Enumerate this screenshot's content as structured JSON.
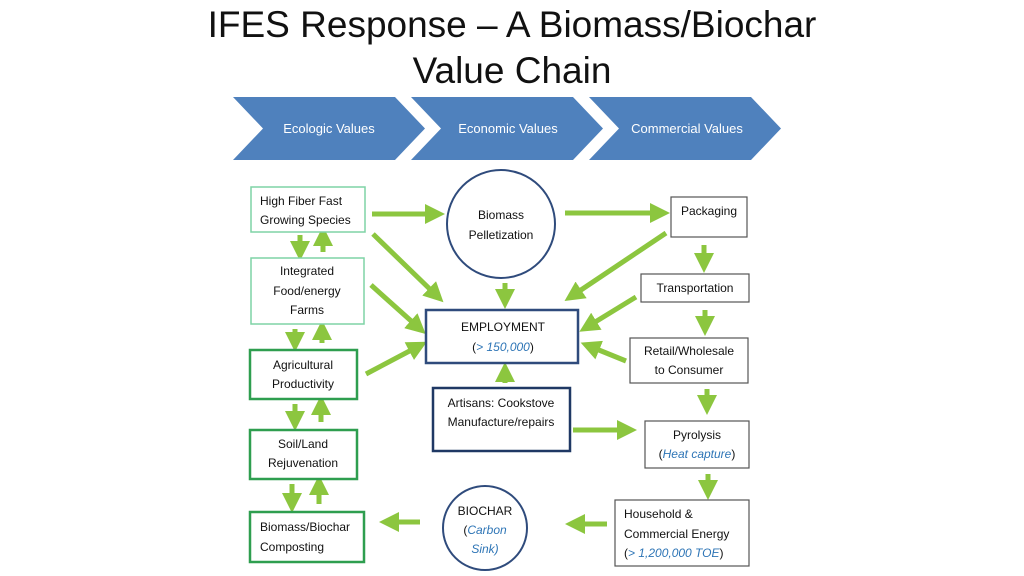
{
  "title": {
    "line1": "IFES Response – A Biomass/Biochar",
    "line2": "Value Chain"
  },
  "stages": [
    {
      "label": "Ecologic Values"
    },
    {
      "label": "Economic Values"
    },
    {
      "label": "Commercial Values"
    }
  ],
  "colors": {
    "chevron": "#4f81bd",
    "arrow": "#8cc63f",
    "ecologic_border": "#2e9e4f",
    "economic_border": "#1f3864",
    "commercial_border": "#555555",
    "highlight_text": "#2e75b6"
  },
  "nodes": {
    "high_fiber": {
      "lines": [
        "High Fiber Fast",
        "Growing Species"
      ]
    },
    "integrated_farms": {
      "lines": [
        "Integrated",
        "Food/energy",
        "Farms"
      ]
    },
    "agri_productivity": {
      "lines": [
        "Agricultural",
        "Productivity"
      ]
    },
    "soil_land": {
      "lines": [
        "Soil/Land",
        "Rejuvenation"
      ]
    },
    "composting": {
      "lines": [
        "Biomass/Biochar",
        "Composting"
      ]
    },
    "pelletization": {
      "lines": [
        "Biomass",
        "Pelletization"
      ]
    },
    "employment": {
      "line1": "EMPLOYMENT",
      "open": "(",
      "value": "> 150,000",
      "close": ")"
    },
    "artisans": {
      "lines": [
        "Artisans: Cookstove",
        "Manufacture/repairs"
      ]
    },
    "biochar": {
      "line1": "BIOCHAR",
      "open": "(",
      "italic1": "Carbon",
      "italic2": "Sink)",
      "close": ""
    },
    "packaging": {
      "lines": [
        "Packaging"
      ]
    },
    "transportation": {
      "lines": [
        "Transportation"
      ]
    },
    "retail": {
      "lines": [
        "Retail/Wholesale",
        "to Consumer"
      ]
    },
    "pyrolysis": {
      "line1": "Pyrolysis",
      "open": "(",
      "value": "Heat capture",
      "close": ")"
    },
    "household_energy": {
      "line1": "Household &",
      "line2": "Commercial Energy",
      "open": "(",
      "value": "> 1,200,000 TOE",
      "close": ")"
    }
  }
}
